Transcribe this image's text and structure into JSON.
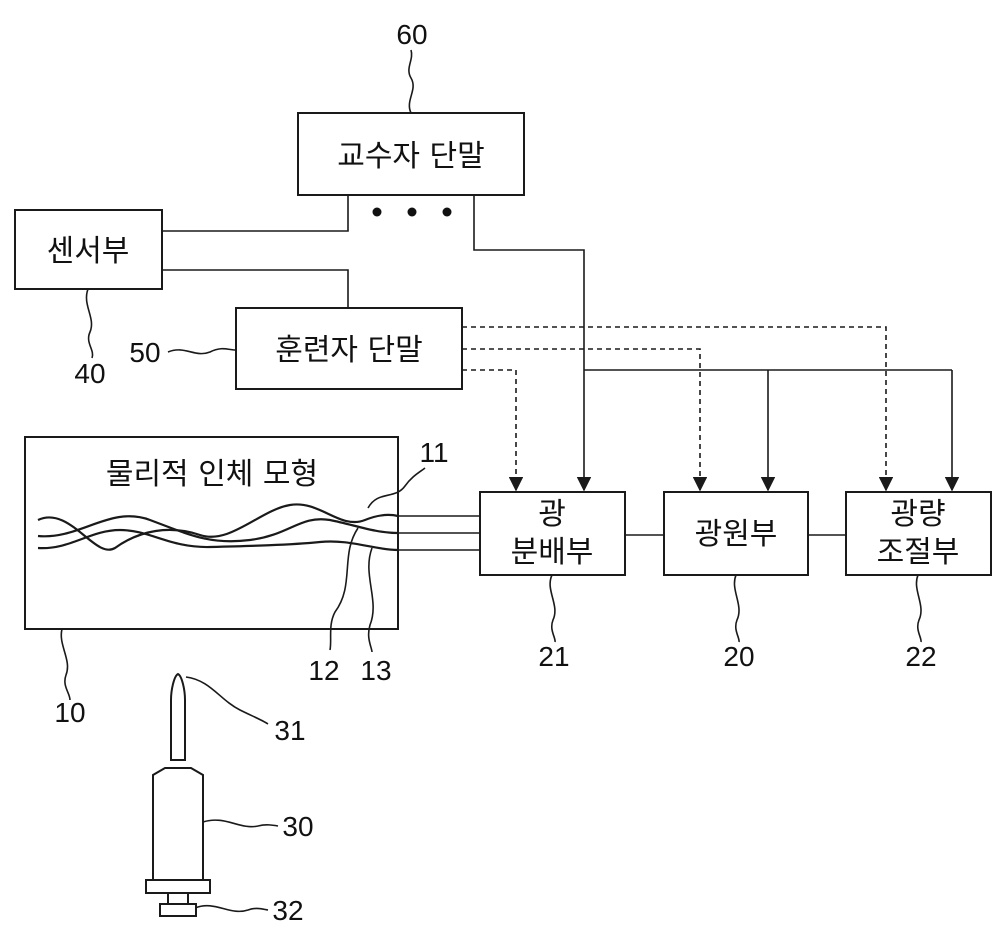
{
  "boxes": {
    "professor_terminal": "교수자 단말",
    "sensor": "센서부",
    "trainee_terminal": "훈련자 단말",
    "human_model": "물리적 인체 모형",
    "light_splitter_line1": "광",
    "light_splitter_line2": "분배부",
    "light_source": "광원부",
    "light_control_line1": "광량",
    "light_control_line2": "조절부"
  },
  "refs": {
    "professor_terminal": "60",
    "sensor": "40",
    "trainee_terminal": "50",
    "human_model": "10",
    "fiber_1": "11",
    "fiber_2": "12",
    "fiber_3": "13",
    "light_splitter": "21",
    "light_source": "20",
    "light_control": "22",
    "syringe_tip": "31",
    "syringe_body": "30",
    "syringe_plunger": "32"
  }
}
